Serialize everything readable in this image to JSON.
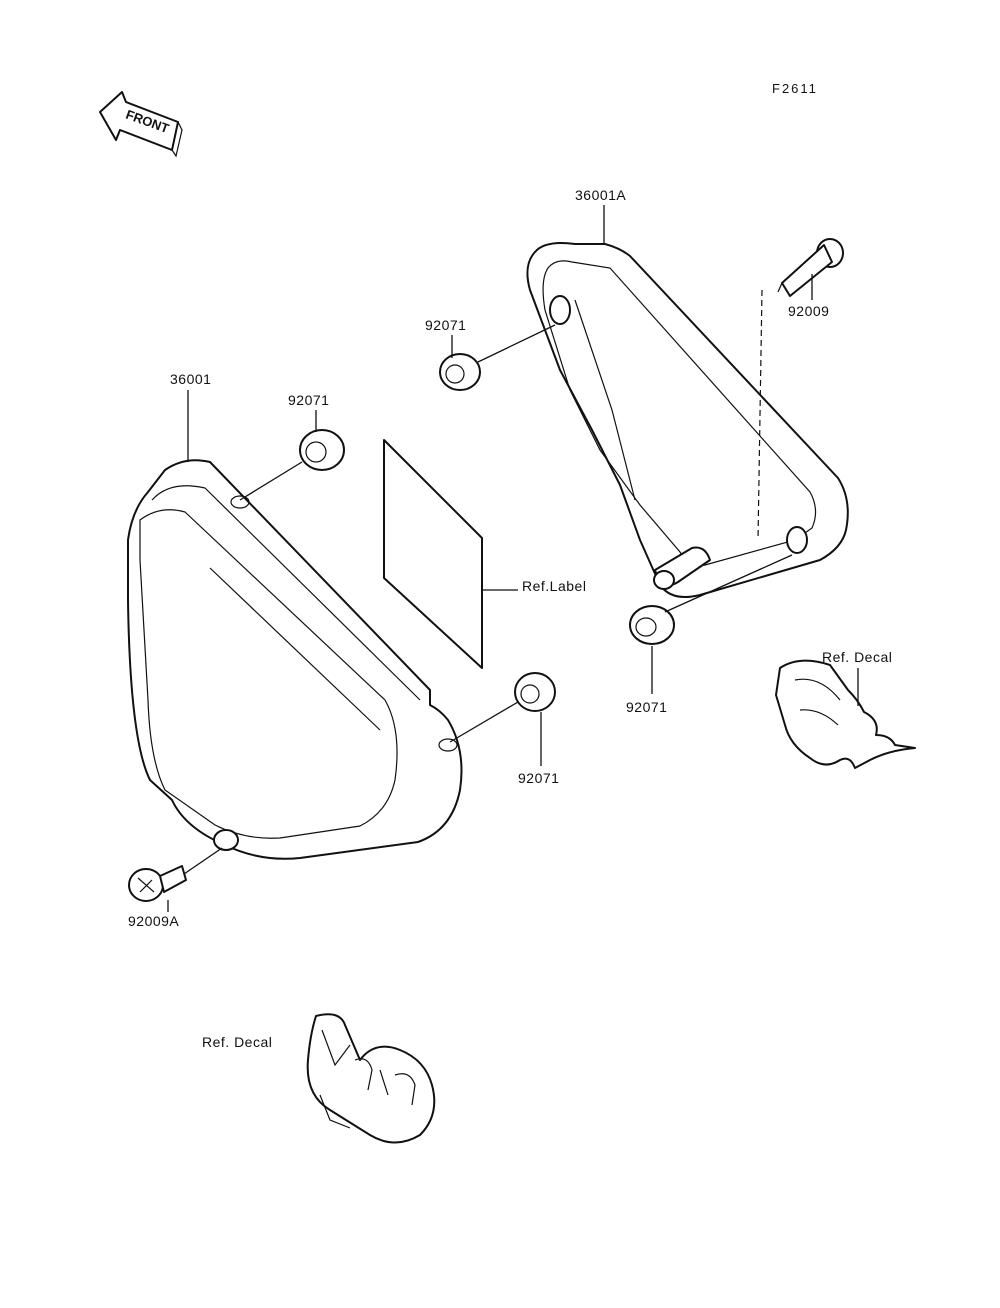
{
  "diagram": {
    "figure_code": "F2611",
    "front_badge": "FRONT",
    "parts": {
      "left_cover": "36001",
      "right_cover": "36001A",
      "bolt_right": "92009",
      "bolt_left": "92009A",
      "grommet_right_upper": "92071",
      "grommet_right_lower": "92071",
      "grommet_left_upper": "92071",
      "grommet_left_lower": "92071"
    },
    "references": {
      "label": "Ref.Label",
      "decal_right": "Ref. Decal",
      "decal_left": "Ref. Decal"
    }
  }
}
